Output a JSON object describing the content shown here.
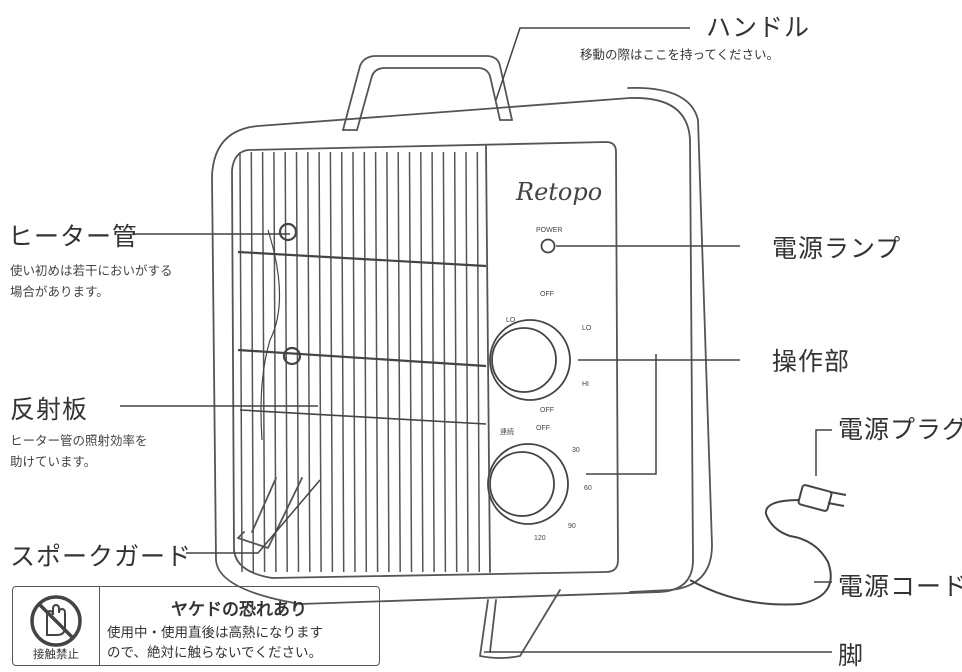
{
  "labels": {
    "handle": {
      "title": "ハンドル",
      "note": "移動の際はここを持ってください。"
    },
    "heater_tube": {
      "title": "ヒーター管",
      "note_lines": [
        "使い初めは若干においがする",
        "場合があります。"
      ]
    },
    "reflector": {
      "title": "反射板",
      "note_lines": [
        "ヒーター管の照射効率を",
        "助けています。"
      ]
    },
    "spoke_guard": {
      "title": "スポークガード"
    },
    "power_lamp": {
      "title": "電源ランプ"
    },
    "controls": {
      "title": "操作部"
    },
    "power_plug": {
      "title": "電源プラグ"
    },
    "power_cord": {
      "title": "電源コード"
    },
    "legs": {
      "title": "脚"
    }
  },
  "device": {
    "brand": "Retopo",
    "lamp_text": "POWER",
    "dial1": {
      "off": "OFF",
      "off_bottom": "OFF",
      "lo_left": "LO",
      "lo_right": "LO",
      "hi": "HI"
    },
    "dial2": {
      "mode": "連続",
      "off": "OFF",
      "t30": "30",
      "t60": "60",
      "t90": "90",
      "t120": "120"
    }
  },
  "warning": {
    "title": "ヤケドの恐れあり",
    "body_lines": [
      "使用中・使用直後は高熱になります",
      "ので、絶対に触らないでください。"
    ],
    "icon_caption": "接触禁止",
    "icon": "no-touch-hand-icon"
  }
}
